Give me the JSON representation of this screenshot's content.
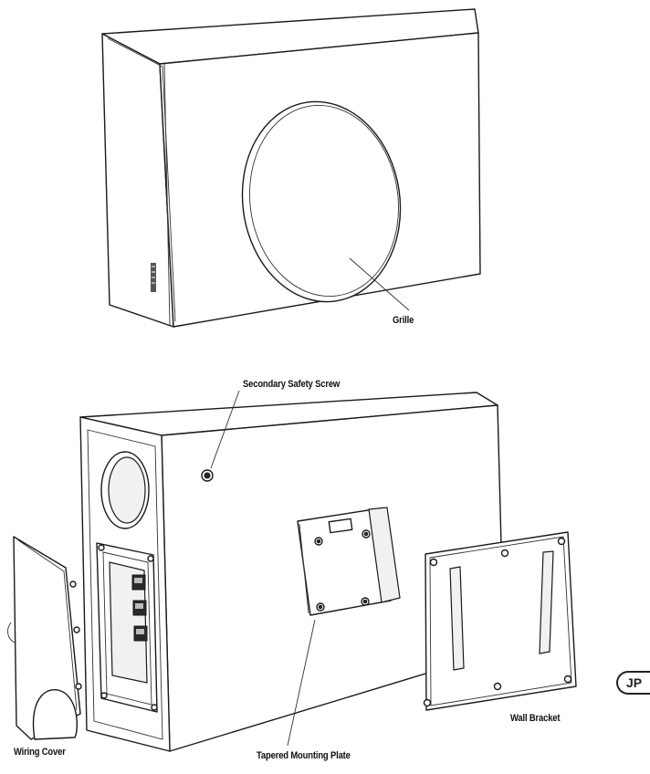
{
  "labels": {
    "grille": "Grille",
    "secondary_safety_screw": "Secondary Safety Screw",
    "wall_bracket": "Wall Bracket",
    "tapered_mounting_plate": "Tapered Mounting Plate",
    "wiring_cover": "Wiring Cover"
  },
  "language_tab": "JP"
}
